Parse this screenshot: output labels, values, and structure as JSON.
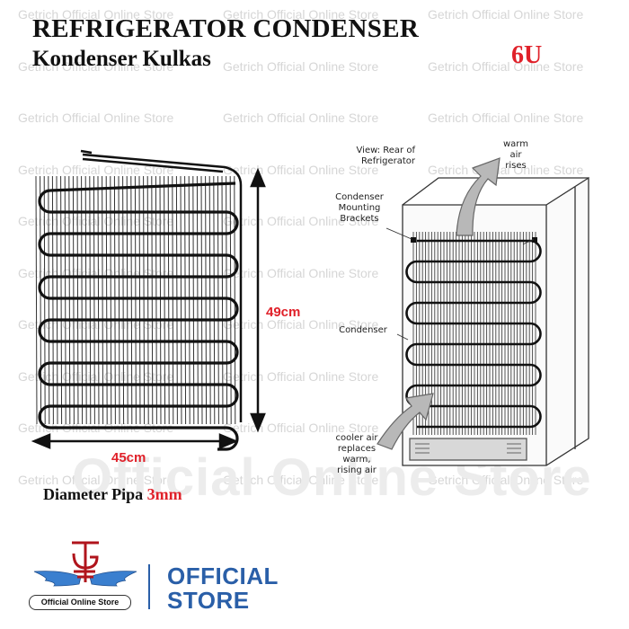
{
  "header": {
    "title": "REFRIGERATOR CONDENSER",
    "subtitle": "Kondenser Kulkas",
    "badge": "6U"
  },
  "dimensions": {
    "height_label": "49cm",
    "width_label": "45cm"
  },
  "spec": {
    "label": "Diameter Pipa",
    "value": "3mm"
  },
  "diagram": {
    "labels": {
      "view": [
        "View: Rear of",
        "Refrigerator"
      ],
      "warm": [
        "warm",
        "air",
        "rises"
      ],
      "brackets": [
        "Condenser",
        "Mounting",
        "Brackets"
      ],
      "condenser": [
        "Condenser"
      ],
      "cooler": [
        "cooler air",
        "replaces",
        "warm,",
        "rising air"
      ]
    }
  },
  "watermark": {
    "text": "Getrich Official Online Store",
    "big_text": "Official Online Store"
  },
  "brand": {
    "tag": "Official Online Store",
    "official_line1": "OFFICIAL",
    "official_line2": "STORE"
  },
  "colors": {
    "accent_red": "#e0212a",
    "brand_blue": "#2a5fa8"
  }
}
